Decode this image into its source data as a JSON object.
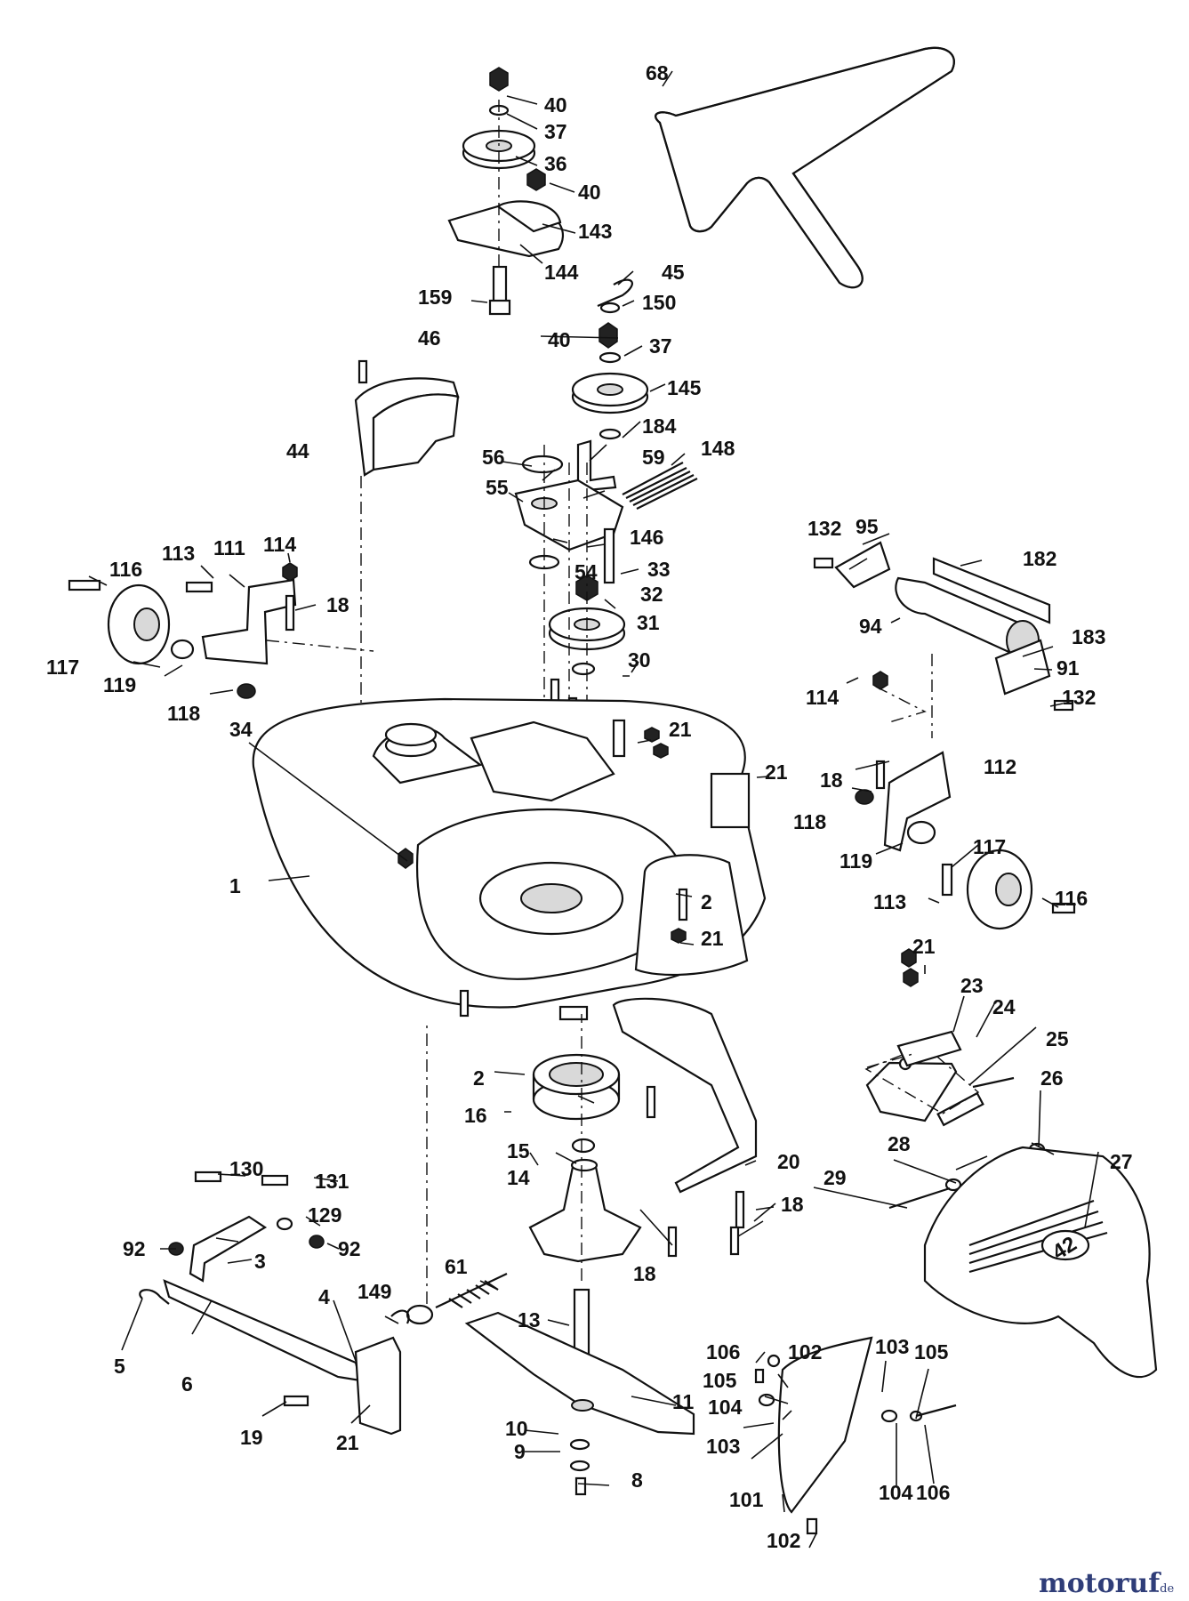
{
  "diagram": {
    "labels": {
      "p68": "68",
      "p40a": "40",
      "p37a": "37",
      "p36": "36",
      "p40b": "40",
      "p143": "143",
      "p144": "144",
      "p159": "159",
      "p45": "45",
      "p150": "150",
      "p40c": "40",
      "p37b": "37",
      "p145": "145",
      "p184": "184",
      "p46": "46",
      "p44": "44",
      "p56": "56",
      "p59": "59",
      "p148": "148",
      "p55": "55",
      "p146": "146",
      "p54": "54",
      "p33": "33",
      "p32": "32",
      "p31": "31",
      "p30": "30",
      "p132a": "132",
      "p95": "95",
      "p182": "182",
      "p94": "94",
      "p183": "183",
      "p91": "91",
      "p132b": "132",
      "p116a": "116",
      "p113a": "113",
      "p111": "111",
      "p114a": "114",
      "p18a": "18",
      "p117a": "117",
      "p119a": "119",
      "p118a": "118",
      "p34": "34",
      "p21a": "21",
      "p21b": "21",
      "p114b": "114",
      "p112": "112",
      "p18b": "18",
      "p118b": "118",
      "p119b": "119",
      "p117b": "117",
      "p113b": "113",
      "p116b": "116",
      "p1": "1",
      "p2a": "2",
      "p21c": "21",
      "p21d": "21",
      "p23": "23",
      "p24": "24",
      "p25": "25",
      "p26": "26",
      "p2b": "2",
      "p16": "16",
      "p15": "15",
      "p14": "14",
      "p20": "20",
      "p18c": "18",
      "p18d": "18",
      "p28": "28",
      "p27": "27",
      "p29": "29",
      "p130": "130",
      "p131": "131",
      "p129": "129",
      "p92a": "92",
      "p92b": "92",
      "p3": "3",
      "p4": "4",
      "p149": "149",
      "p61": "61",
      "p13": "13",
      "p5": "5",
      "p6": "6",
      "p19": "19",
      "p21e": "21",
      "p11": "11",
      "p106a": "106",
      "p102a": "102",
      "p103a": "103",
      "p105a": "105",
      "p105b": "105",
      "p104a": "104",
      "p104b": "104",
      "p103b": "103",
      "p106b": "106",
      "p10": "10",
      "p9": "9",
      "p8": "8",
      "p101": "101",
      "p102b": "102"
    }
  },
  "watermark": {
    "text": "motoruf",
    "tld": ".de",
    "color": "#2f3d78"
  },
  "deck_badge": "42"
}
